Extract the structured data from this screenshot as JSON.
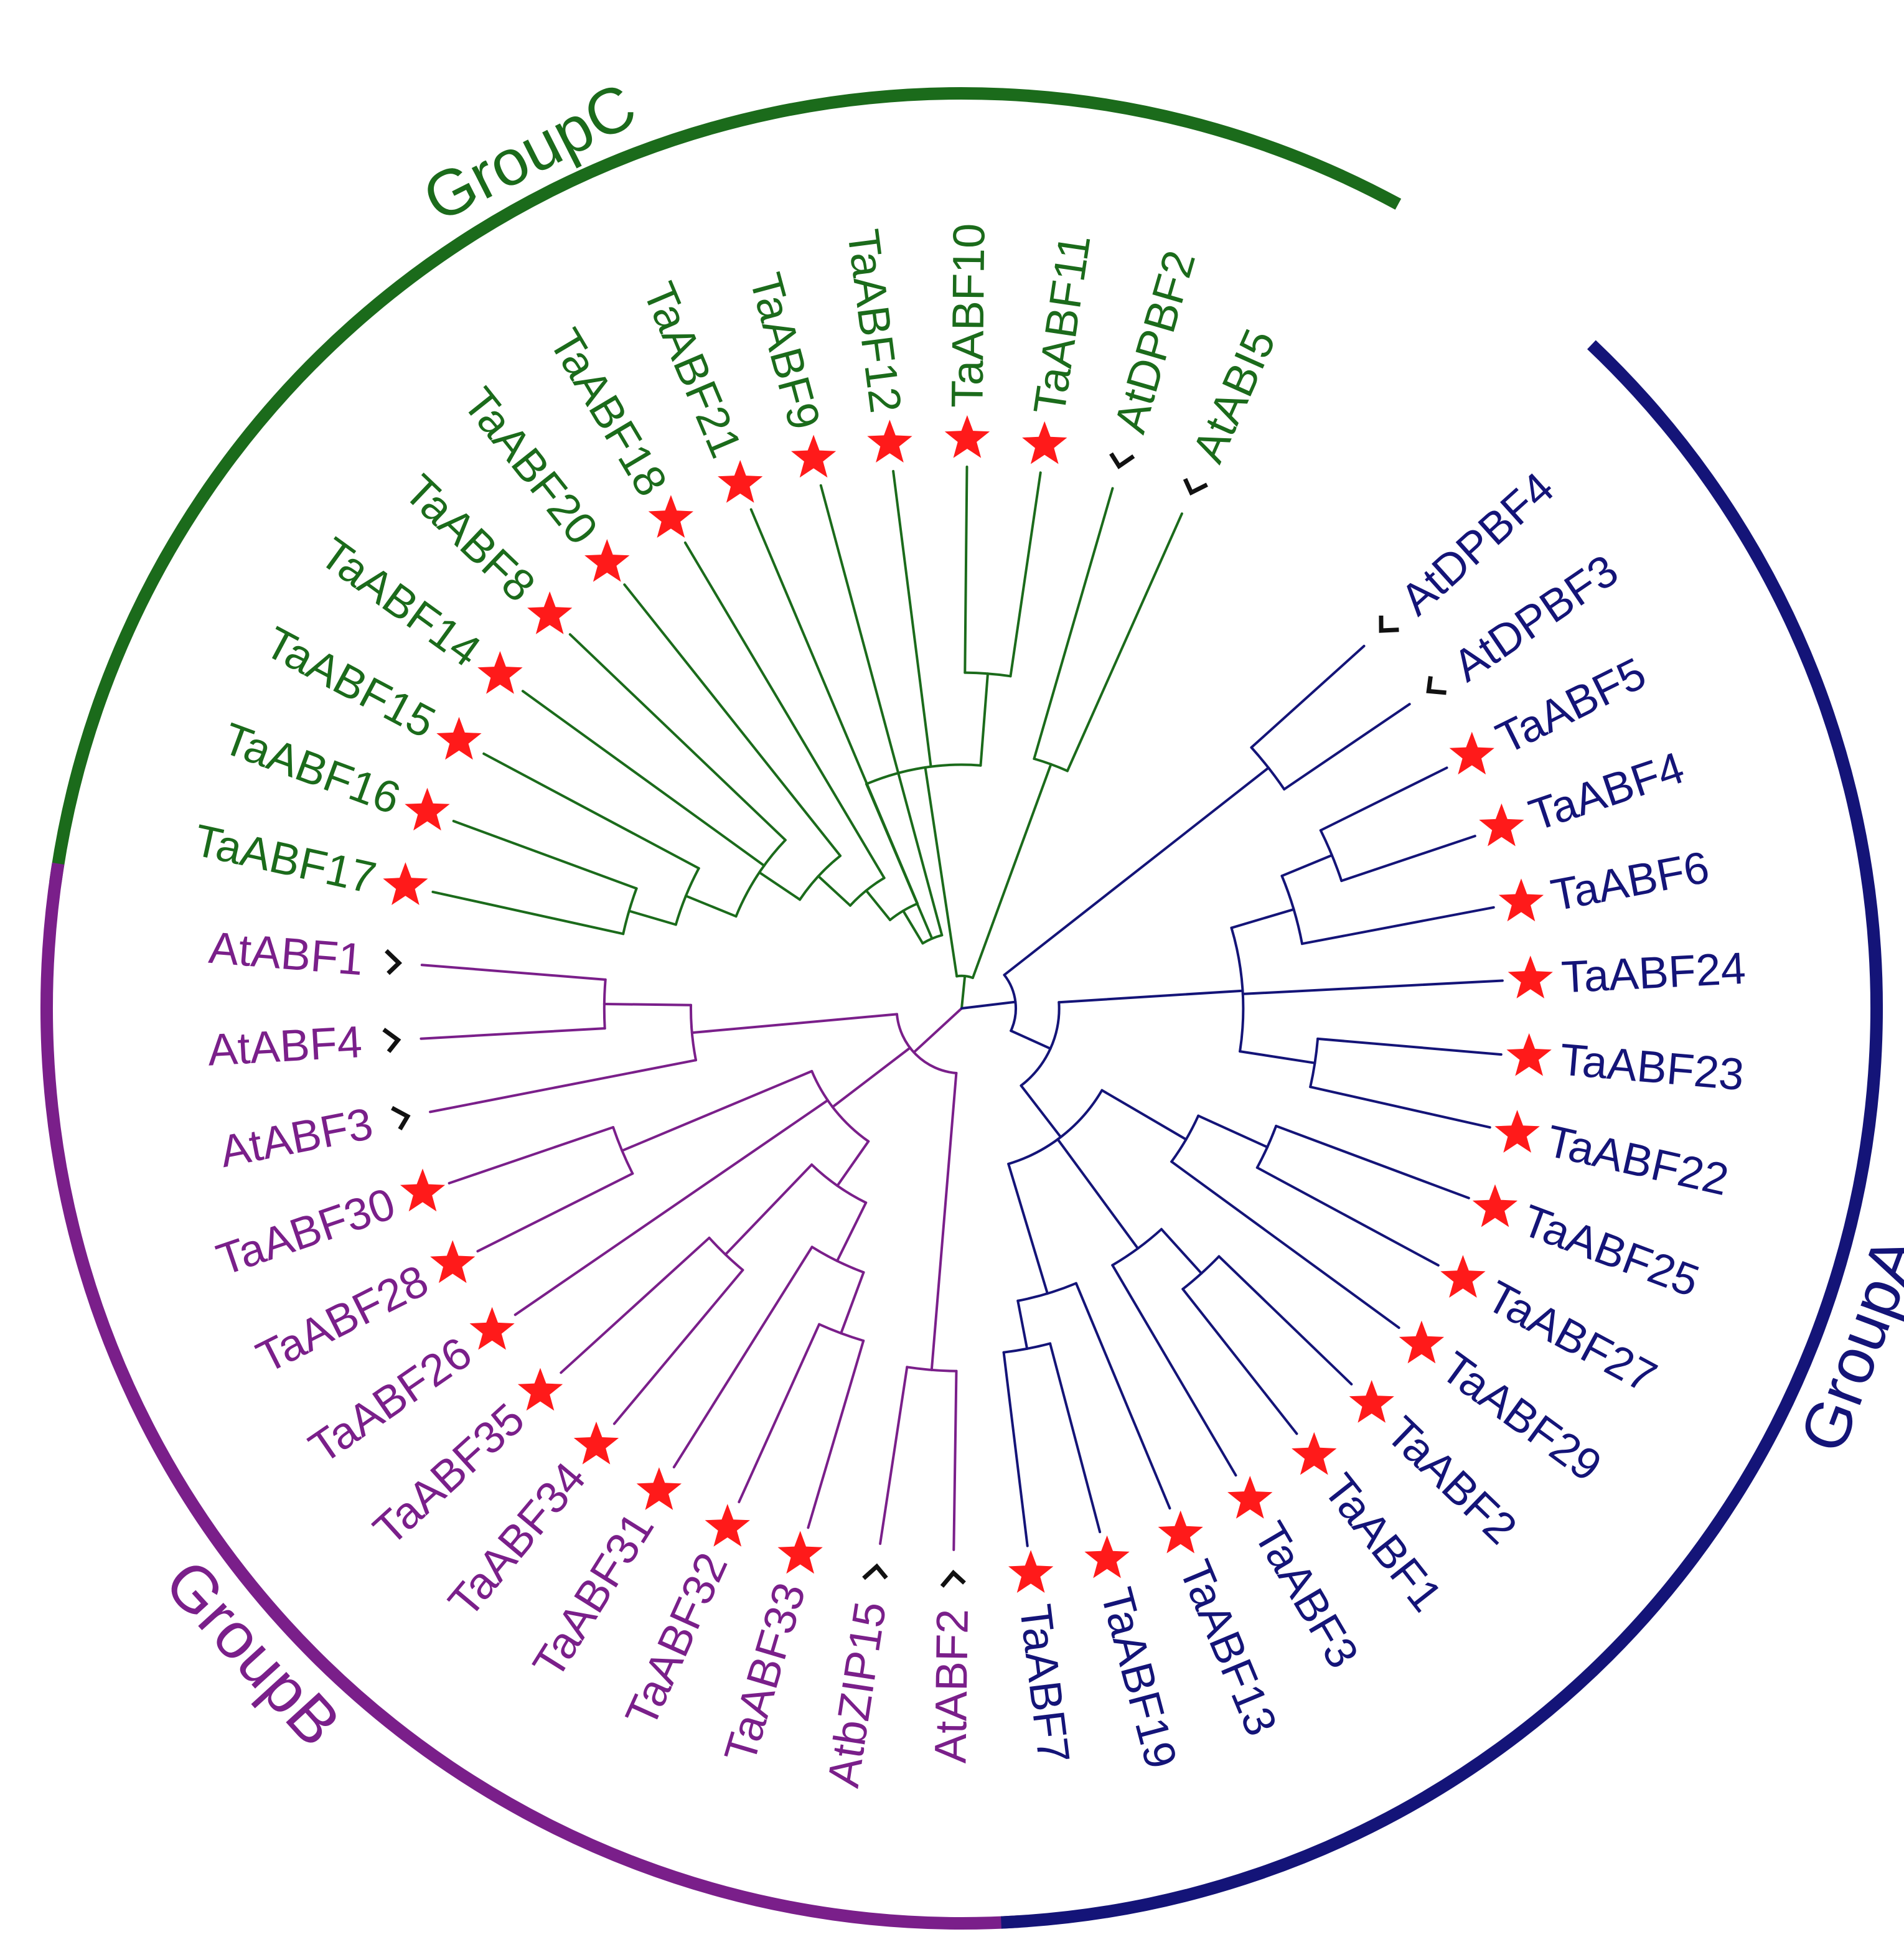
{
  "colors": {
    "groupA": "#141478",
    "groupB": "#7a1f8a",
    "groupC": "#1b6b1b",
    "wheat_marker": "#ff1a1a",
    "arabidopsis_marker": "#111111"
  },
  "groups": [
    {
      "key": "groupC",
      "label": "GroupC"
    },
    {
      "key": "groupB",
      "label": "GroupB"
    },
    {
      "key": "groupA",
      "label": "GroupA"
    }
  ],
  "leaves": [
    {
      "name": "AtABI5",
      "group": "groupC",
      "marker": "check-mark-icon"
    },
    {
      "name": "AtDPBF2",
      "group": "groupC",
      "marker": "check-mark-icon"
    },
    {
      "name": "TaABF11",
      "group": "groupC",
      "marker": "star-icon"
    },
    {
      "name": "TaABF10",
      "group": "groupC",
      "marker": "star-icon"
    },
    {
      "name": "TaABF12",
      "group": "groupC",
      "marker": "star-icon"
    },
    {
      "name": "TaABF9",
      "group": "groupC",
      "marker": "star-icon"
    },
    {
      "name": "TaABF21",
      "group": "groupC",
      "marker": "star-icon"
    },
    {
      "name": "TaABF18",
      "group": "groupC",
      "marker": "star-icon"
    },
    {
      "name": "TaABF20",
      "group": "groupC",
      "marker": "star-icon"
    },
    {
      "name": "TaABF8",
      "group": "groupC",
      "marker": "star-icon"
    },
    {
      "name": "TaABF14",
      "group": "groupC",
      "marker": "star-icon"
    },
    {
      "name": "TaABF15",
      "group": "groupC",
      "marker": "star-icon"
    },
    {
      "name": "TaABF16",
      "group": "groupC",
      "marker": "star-icon"
    },
    {
      "name": "TaABF17",
      "group": "groupC",
      "marker": "star-icon"
    },
    {
      "name": "AtABF1",
      "group": "groupB",
      "marker": "check-mark-icon"
    },
    {
      "name": "AtABF4",
      "group": "groupB",
      "marker": "check-mark-icon"
    },
    {
      "name": "AtABF3",
      "group": "groupB",
      "marker": "check-mark-icon"
    },
    {
      "name": "TaABF30",
      "group": "groupB",
      "marker": "star-icon"
    },
    {
      "name": "TaABF28",
      "group": "groupB",
      "marker": "star-icon"
    },
    {
      "name": "TaABF26",
      "group": "groupB",
      "marker": "star-icon"
    },
    {
      "name": "TaABF35",
      "group": "groupB",
      "marker": "star-icon"
    },
    {
      "name": "TaABF34",
      "group": "groupB",
      "marker": "star-icon"
    },
    {
      "name": "TaABF31",
      "group": "groupB",
      "marker": "star-icon"
    },
    {
      "name": "TaABF32",
      "group": "groupB",
      "marker": "star-icon"
    },
    {
      "name": "TaABF33",
      "group": "groupB",
      "marker": "star-icon"
    },
    {
      "name": "AtbZIP15",
      "group": "groupB",
      "marker": "check-mark-icon"
    },
    {
      "name": "AtABF2",
      "group": "groupB",
      "marker": "check-mark-icon"
    },
    {
      "name": "TaABF7",
      "group": "groupA",
      "marker": "star-icon"
    },
    {
      "name": "TaABF19",
      "group": "groupA",
      "marker": "star-icon"
    },
    {
      "name": "TaABF13",
      "group": "groupA",
      "marker": "star-icon"
    },
    {
      "name": "TaABF3",
      "group": "groupA",
      "marker": "star-icon"
    },
    {
      "name": "TaABF1",
      "group": "groupA",
      "marker": "star-icon"
    },
    {
      "name": "TaABF2",
      "group": "groupA",
      "marker": "star-icon"
    },
    {
      "name": "TaABF29",
      "group": "groupA",
      "marker": "star-icon"
    },
    {
      "name": "TaABF27",
      "group": "groupA",
      "marker": "star-icon"
    },
    {
      "name": "TaABF25",
      "group": "groupA",
      "marker": "star-icon"
    },
    {
      "name": "TaABF22",
      "group": "groupA",
      "marker": "star-icon"
    },
    {
      "name": "TaABF23",
      "group": "groupA",
      "marker": "star-icon"
    },
    {
      "name": "TaABF24",
      "group": "groupA",
      "marker": "star-icon"
    },
    {
      "name": "TaABF6",
      "group": "groupA",
      "marker": "star-icon"
    },
    {
      "name": "TaABF4",
      "group": "groupA",
      "marker": "star-icon"
    },
    {
      "name": "TaABF5",
      "group": "groupA",
      "marker": "star-icon"
    },
    {
      "name": "AtDPBF3",
      "group": "groupA",
      "marker": "check-mark-icon"
    },
    {
      "name": "AtDPBF4",
      "group": "groupA",
      "marker": "check-mark-icon"
    }
  ]
}
